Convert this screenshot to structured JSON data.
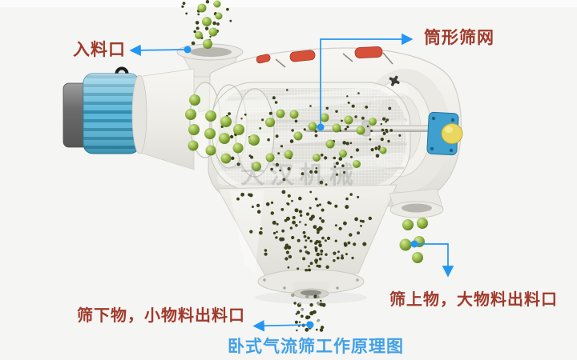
{
  "caption": {
    "text": "卧式气流筛工作原理图"
  },
  "watermark": {
    "text": "大汉机械"
  },
  "annotations": {
    "feed_inlet": {
      "label": "入料口"
    },
    "cylindrical_screen": {
      "label": "筒形筛网"
    },
    "undersize_outlet": {
      "label": "筛下物，小物料出料口"
    },
    "oversize_outlet": {
      "label": "筛上物，大物料出料口"
    }
  },
  "colors": {
    "background": "#f5f5f4",
    "label_red": "#a03a2a",
    "caption_blue": "#41a0e6",
    "annotation_line_blue": "#2196f3",
    "motor_teal": "#56b6d7",
    "motor_fin_dark": "#2e8aac",
    "machine_body": "#edece7",
    "particle_green": "#8db33d",
    "particle_dark": "#39411a",
    "bearing_blue": "#3f9fce",
    "bearing_cap_yellow": "#ead75f",
    "clamp_red": "#d6503a"
  }
}
